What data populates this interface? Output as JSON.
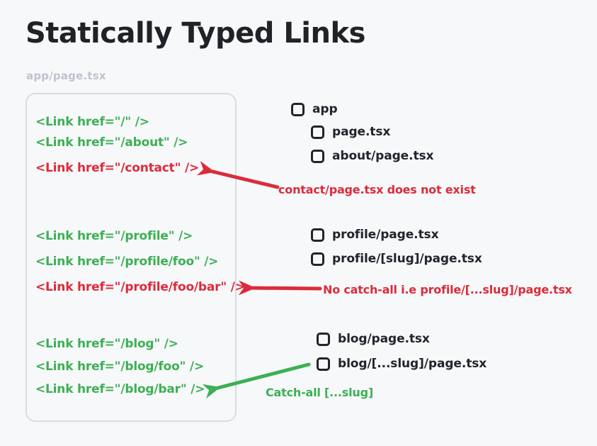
{
  "page": {
    "title": "Statically Typed Links",
    "file_caption": "app/page.tsx",
    "background_color": "#F7F8FA"
  },
  "colors": {
    "valid_green": "#3CB054",
    "error_red": "#DC2B3A",
    "text_dark": "#20242B",
    "caption_gray": "#BFC4CC",
    "panel_border": "#D9DCE1"
  },
  "code_panel": {
    "groups": [
      {
        "lines": [
          {
            "text": "<Link href=\"/\" />",
            "status": "ok"
          },
          {
            "text": "<Link href=\"/about\" />",
            "status": "ok"
          },
          {
            "text": "<Link href=\"/contact\" />",
            "status": "err"
          }
        ]
      },
      {
        "lines": [
          {
            "text": "<Link href=\"/profile\" />",
            "status": "ok"
          },
          {
            "text": "<Link href=\"/profile/foo\" />",
            "status": "ok"
          },
          {
            "text": "<Link href=\"/profile/foo/bar\" />",
            "status": "err"
          }
        ]
      },
      {
        "lines": [
          {
            "text": "<Link href=\"/blog\" />",
            "status": "ok"
          },
          {
            "text": "<Link href=\"/blog/foo\" />",
            "status": "ok"
          },
          {
            "text": "<Link href=\"/blog/bar\" />",
            "status": "ok"
          }
        ]
      }
    ]
  },
  "file_tree": {
    "items": [
      {
        "label": "app",
        "depth": 0
      },
      {
        "label": "page.tsx",
        "depth": 1
      },
      {
        "label": "about/page.tsx",
        "depth": 1
      },
      {
        "label": "profile/page.tsx",
        "depth": 1
      },
      {
        "label": "profile/[slug]/page.tsx",
        "depth": 1
      },
      {
        "label": "blog/page.tsx",
        "depth": 1
      },
      {
        "label": "blog/[...slug]/page.tsx",
        "depth": 1
      }
    ]
  },
  "annotations": [
    {
      "text": "contact/page.tsx does not exist",
      "status": "err"
    },
    {
      "text": "No catch-all i.e profile/[...slug]/page.tsx",
      "status": "err"
    },
    {
      "text": "Catch-all [...slug]",
      "status": "ok"
    }
  ]
}
